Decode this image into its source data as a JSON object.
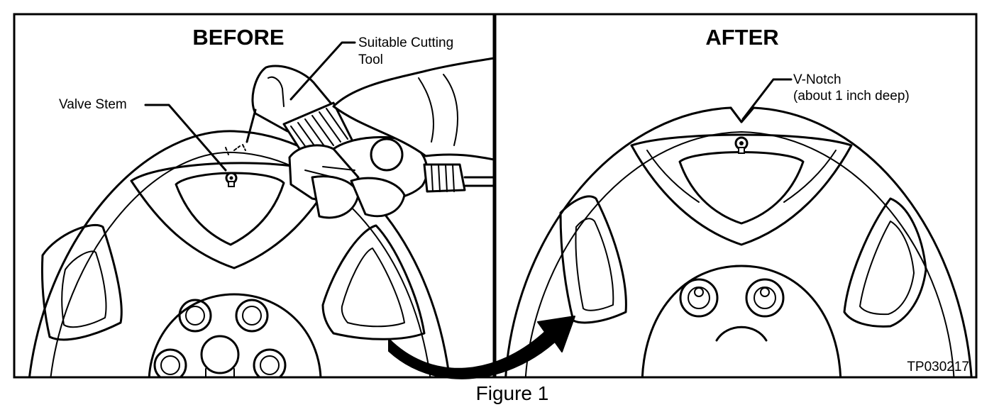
{
  "figure": {
    "caption": "Figure 1",
    "reference_code": "TP030217"
  },
  "before_panel": {
    "heading": "BEFORE",
    "callouts": {
      "valve_stem": "Valve Stem",
      "cutting_tool_line1": "Suitable Cutting",
      "cutting_tool_line2": "Tool"
    }
  },
  "after_panel": {
    "heading": "AFTER",
    "callouts": {
      "v_notch_line1": "V-Notch",
      "v_notch_line2": "(about 1 inch deep)"
    }
  },
  "icons": [
    "wheel-icon",
    "valve-stem-icon",
    "cutting-tool-icon",
    "hand-icon",
    "curved-arrow-icon",
    "v-notch-icon"
  ]
}
